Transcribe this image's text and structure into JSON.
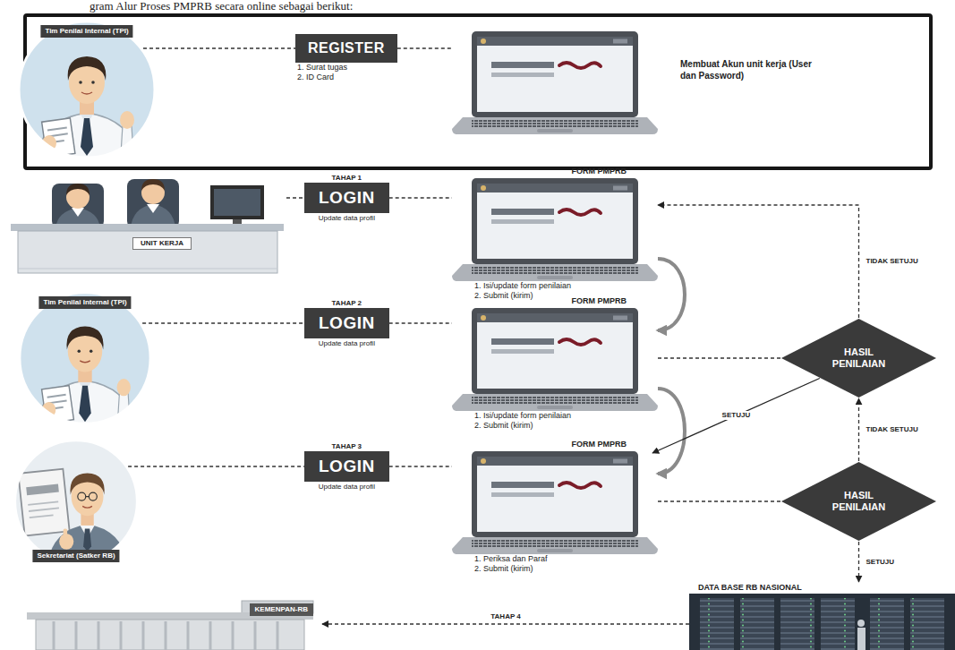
{
  "diagram": {
    "title": "gram Alur Proses PMPRB secara online sebagai berikut:",
    "nodes": [
      {
        "text": [
          "Tim Penilai Internal (TPI)"
        ]
      },
      {
        "text": [
          "REGISTER",
          "1. Surat tugas",
          "2. ID Card"
        ]
      },
      {
        "text": [
          "Membuat Akun unit kerja (User dan Password)"
        ]
      },
      {
        "text": [
          "UNIT KERJA"
        ]
      },
      {
        "text": [
          "TAHAP 1",
          "LOGIN",
          "Update data profil"
        ]
      },
      {
        "text": [
          "FORM PMPRB",
          "1. Isi/update form penilaian",
          "2. Submit (kirim)"
        ]
      },
      {
        "text": [
          "Tim Penilai Internal (TPI)"
        ]
      },
      {
        "text": [
          "TAHAP 2",
          "LOGIN",
          "Update data profil"
        ]
      },
      {
        "text": [
          "FORM PMPRB",
          "1. Isi/update form penilaian",
          "2. Submit (kirim)"
        ]
      },
      {
        "text": [
          "HASIL PENILAIAN"
        ]
      },
      {
        "text": [
          "Sekretariat (Satker RB)"
        ]
      },
      {
        "text": [
          "TAHAP 3",
          "LOGIN",
          "Update data profil"
        ]
      },
      {
        "text": [
          "FORM PMPRB",
          "1. Periksa dan Paraf",
          "2. Submit (kirim)"
        ]
      },
      {
        "text": [
          "HASIL PENILAIAN"
        ]
      },
      {
        "text": [
          "KEMENPAN-RB"
        ]
      },
      {
        "text": [
          "DATA BASE RB NASIONAL"
        ]
      }
    ],
    "edges": [
      {
        "from": 0,
        "to": 1,
        "arrow": "none"
      },
      {
        "from": 1,
        "to": 2,
        "arrow": "none"
      },
      {
        "from": 3,
        "to": 4,
        "arrow": "none"
      },
      {
        "from": 4,
        "to": 5,
        "arrow": "none"
      },
      {
        "from": 5,
        "to": 8,
        "arrow": "to"
      },
      {
        "from": 6,
        "to": 7,
        "arrow": "none"
      },
      {
        "from": 7,
        "to": 8,
        "arrow": "none"
      },
      {
        "from": 8,
        "to": 9,
        "arrow": "none"
      },
      {
        "from": 9,
        "to": 5,
        "label": "TIDAK SETUJU",
        "arrow": "to"
      },
      {
        "from": 8,
        "to": 12,
        "arrow": "to"
      },
      {
        "from": 9,
        "to": 12,
        "label": "SETUJU",
        "arrow": "to"
      },
      {
        "from": 10,
        "to": 11,
        "arrow": "none"
      },
      {
        "from": 11,
        "to": 12,
        "arrow": "none"
      },
      {
        "from": 12,
        "to": 13,
        "arrow": "none"
      },
      {
        "from": 13,
        "to": 9,
        "label": "TIDAK SETUJU",
        "arrow": "to"
      },
      {
        "from": 13,
        "to": 15,
        "label": "SETUJU",
        "arrow": "to"
      },
      {
        "from": 15,
        "to": 14,
        "label": "TAHAP 4",
        "arrow": "to"
      }
    ]
  }
}
